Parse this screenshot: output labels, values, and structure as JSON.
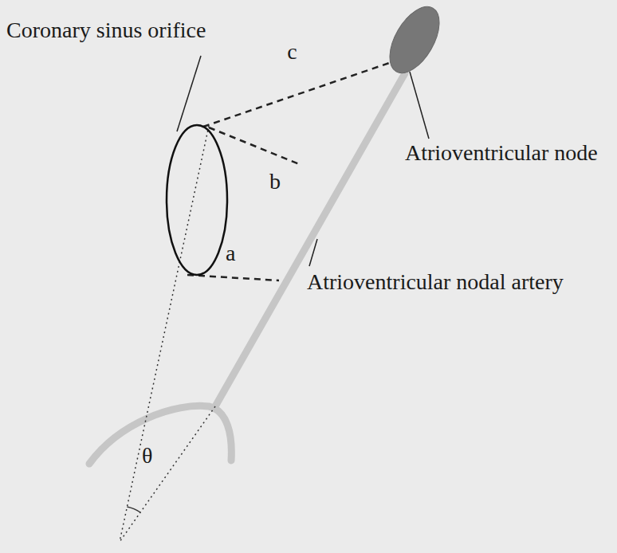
{
  "diagram": {
    "nodes": [
      {
        "text": [
          "Coronary sinus orifice"
        ]
      },
      {
        "text": [
          "Atrioventricular node"
        ]
      }
    ],
    "edges": [
      {
        "from": 0,
        "to": 1,
        "arrow": "none",
        "label": "c"
      }
    ],
    "labels": [
      "b",
      "a",
      "Atrioventricular nodal artery",
      "θ"
    ]
  }
}
